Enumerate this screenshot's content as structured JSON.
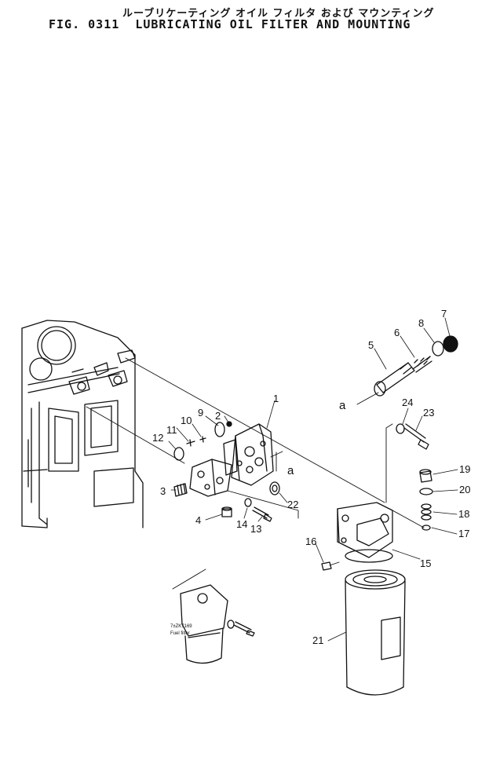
{
  "header": {
    "title_jp": "ルーブリケーティング オイル フィルタ および マウンティング",
    "fig_number": "FIG. 0311",
    "title_en": "LUBRICATING OIL FILTER AND MOUNTING"
  },
  "callouts": [
    "1",
    "2",
    "3",
    "4",
    "5",
    "6",
    "7",
    "8",
    "9",
    "10",
    "11",
    "12",
    "13",
    "14",
    "15",
    "16",
    "17",
    "18",
    "19",
    "20",
    "21",
    "22",
    "23",
    "24"
  ],
  "refs": {
    "a_ref": "a"
  },
  "fuel_filter": {
    "part_no": "7±ZK7169",
    "label": "Fuel filter"
  }
}
